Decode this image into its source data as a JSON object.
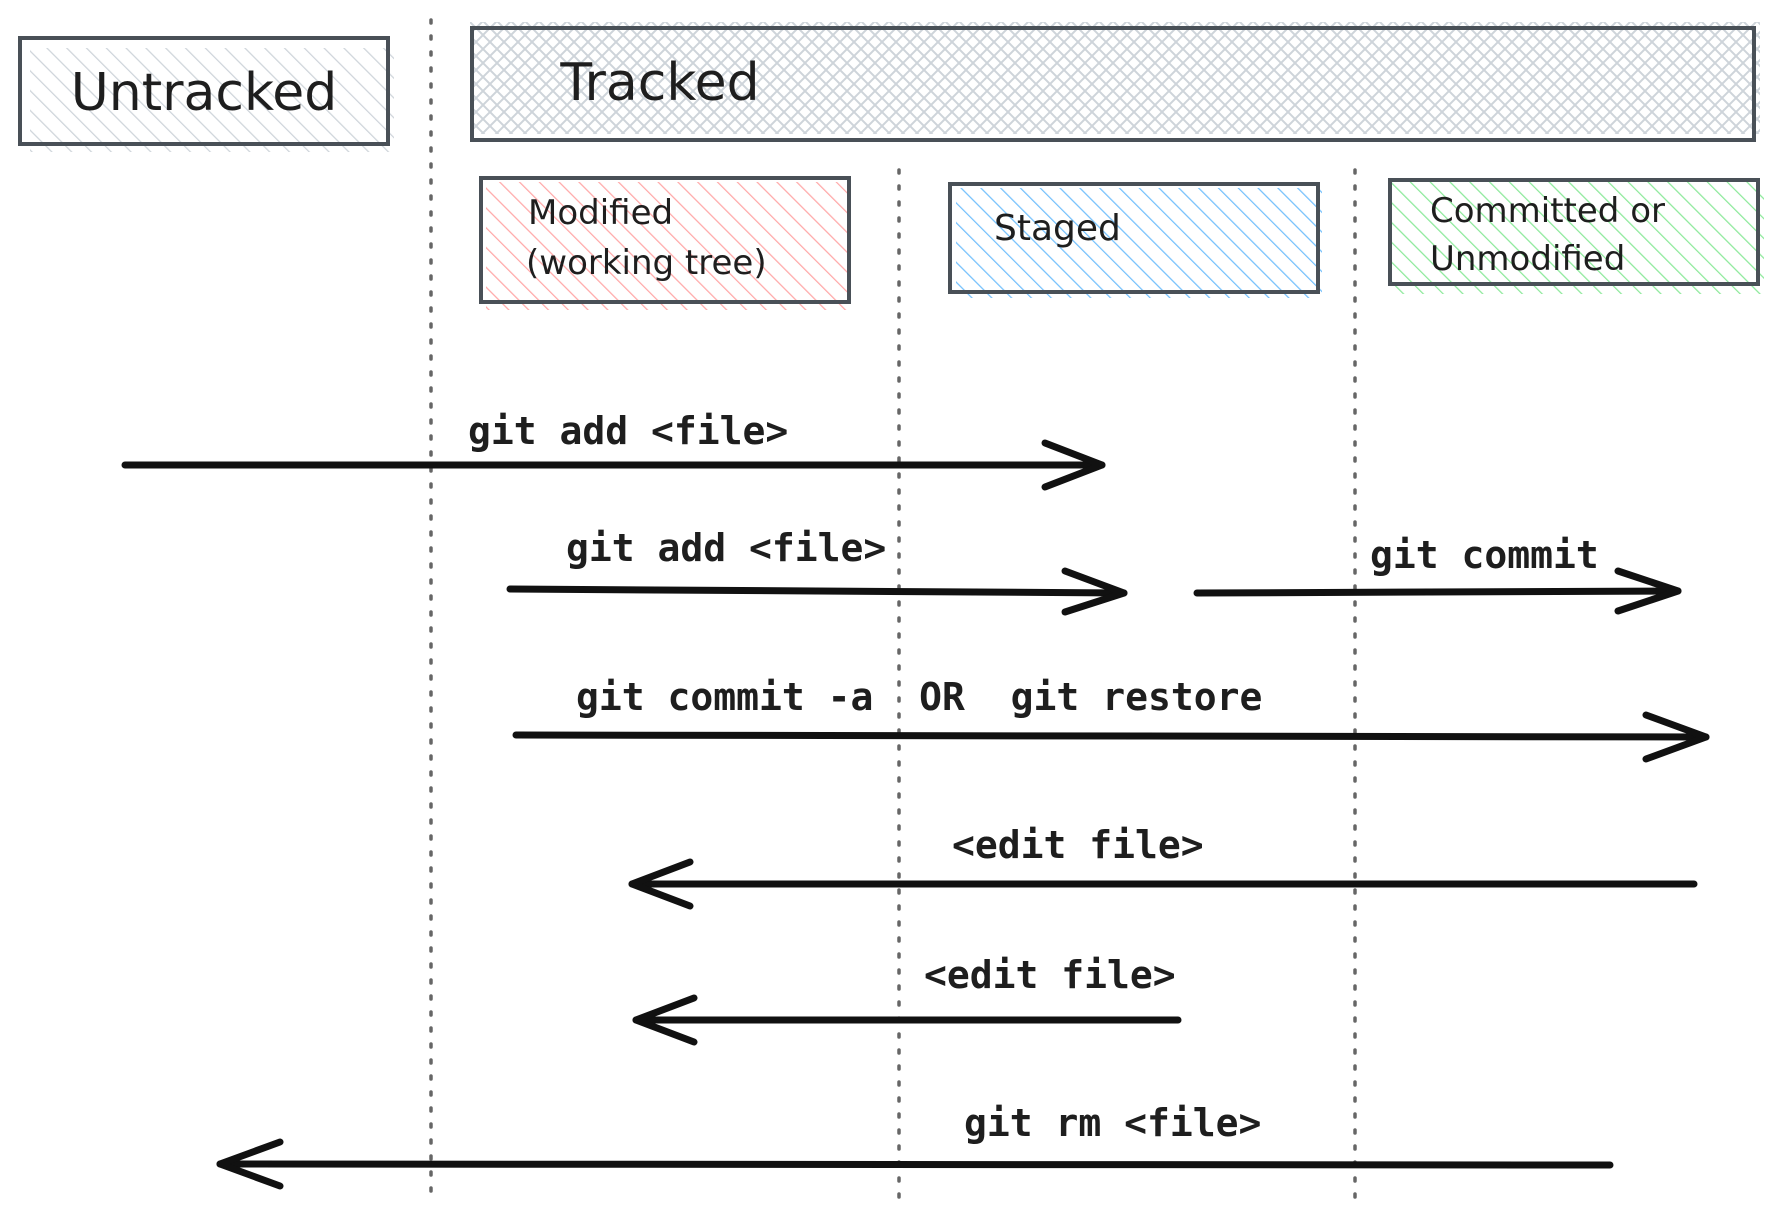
{
  "boxes": {
    "untracked": {
      "label": "Untracked",
      "fill": "#ced4da"
    },
    "tracked": {
      "label": "Tracked",
      "fill": "#ced4da"
    },
    "modified": {
      "line1": "Modified",
      "line2": "(working tree)",
      "fill": "#ffa8a8"
    },
    "staged": {
      "label": "Staged",
      "fill": "#74c0fc"
    },
    "committed": {
      "line1": "Committed or",
      "line2": "Unmodified",
      "fill": "#8ce99a"
    }
  },
  "transitions": [
    {
      "label": "git add <file>",
      "from": "Untracked",
      "to": "Staged"
    },
    {
      "label": "git add <file>",
      "from": "Modified",
      "to": "Staged"
    },
    {
      "label": "git commit",
      "from": "Staged",
      "to": "Committed or Unmodified"
    },
    {
      "label": "git commit -a  OR  git restore",
      "from": "Modified",
      "to": "Committed or Unmodified"
    },
    {
      "label": "<edit file>",
      "from": "Committed or Unmodified",
      "to": "Modified"
    },
    {
      "label": "<edit file>",
      "from": "Staged",
      "to": "Modified"
    },
    {
      "label": "git rm <file>",
      "from": "Committed or Unmodified",
      "to": "Untracked"
    }
  ],
  "colors": {
    "stroke": "#495057",
    "arrow": "#111111",
    "text": "#1e1e1e"
  }
}
